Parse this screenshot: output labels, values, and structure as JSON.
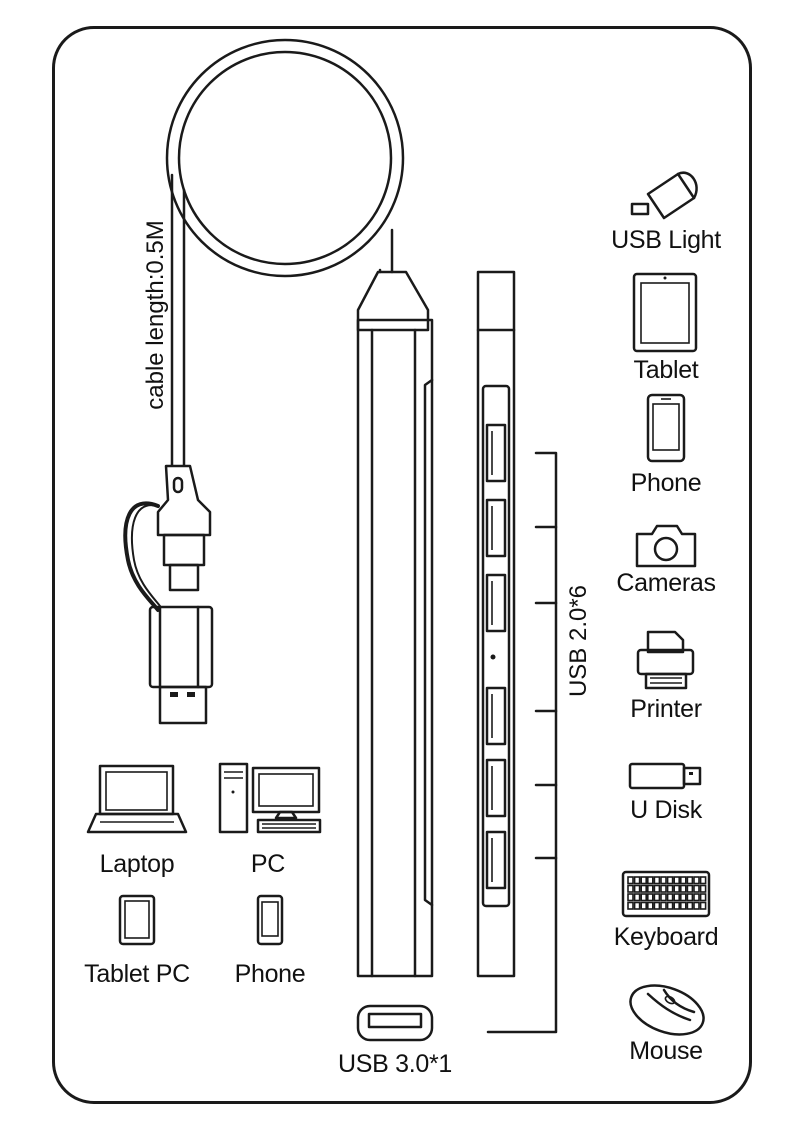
{
  "cable_length_label": "cable length:0.5M",
  "ports": {
    "usb2_label": "USB 2.0*6",
    "usb3_label": "USB 3.0*1"
  },
  "hosts": [
    {
      "icon": "laptop-icon",
      "label": "Laptop"
    },
    {
      "icon": "pc-icon",
      "label": "PC"
    },
    {
      "icon": "tablet-icon",
      "label": "Tablet PC"
    },
    {
      "icon": "phone-icon",
      "label": "Phone"
    }
  ],
  "devices": [
    {
      "icon": "usb-light-icon",
      "label": "USB Light"
    },
    {
      "icon": "tablet-icon",
      "label": "Tablet"
    },
    {
      "icon": "phone-icon",
      "label": "Phone"
    },
    {
      "icon": "camera-icon",
      "label": "Cameras"
    },
    {
      "icon": "printer-icon",
      "label": "Printer"
    },
    {
      "icon": "u-disk-icon",
      "label": "U Disk"
    },
    {
      "icon": "keyboard-icon",
      "label": "Keyboard"
    },
    {
      "icon": "mouse-icon",
      "label": "Mouse"
    }
  ]
}
